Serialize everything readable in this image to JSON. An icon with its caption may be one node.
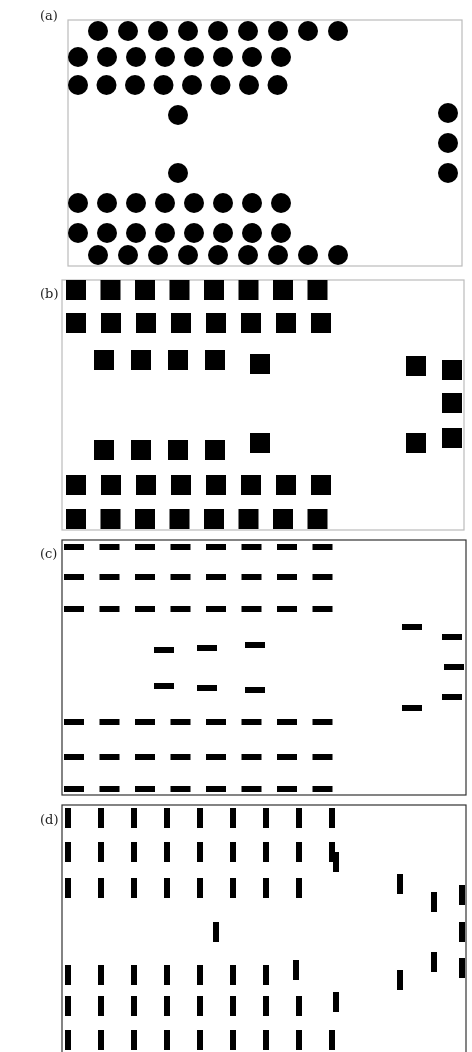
{
  "diagram": {
    "labels": [
      "(a)",
      "(b)",
      "(c)",
      "(d)"
    ]
  }
}
